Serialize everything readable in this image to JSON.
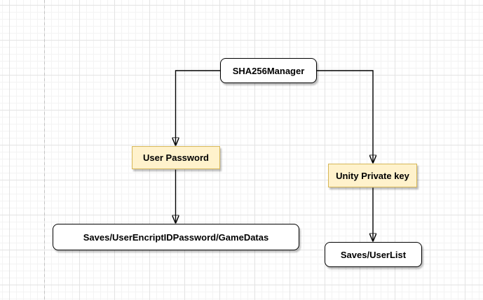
{
  "diagram": {
    "nodes": [
      {
        "id": "sha256manager",
        "label": "SHA256Manager",
        "fill": "#ffffff",
        "stroke": "#000000",
        "shape": "rounded-rectangle"
      },
      {
        "id": "user-password",
        "label": "User Password",
        "fill": "#fff2cc",
        "stroke": "#d6b656",
        "shape": "rectangle"
      },
      {
        "id": "unity-private-key",
        "label": "Unity Private key",
        "fill": "#fff2cc",
        "stroke": "#d6b656",
        "shape": "rectangle"
      },
      {
        "id": "saves-userencriptidpassword-gamedatas",
        "label": "Saves/UserEncriptIDPassword/GameDatas",
        "fill": "#ffffff",
        "stroke": "#000000",
        "shape": "rounded-rectangle"
      },
      {
        "id": "saves-userlist",
        "label": "Saves/UserList",
        "fill": "#ffffff",
        "stroke": "#000000",
        "shape": "rounded-rectangle"
      }
    ],
    "edges": [
      {
        "from": "SHA256Manager",
        "to": "User Password",
        "style": "orthogonal-arrow"
      },
      {
        "from": "SHA256Manager",
        "to": "Unity Private key",
        "style": "orthogonal-arrow"
      },
      {
        "from": "User Password",
        "to": "Saves/UserEncriptIDPassword/GameDatas",
        "style": "straight-arrow"
      },
      {
        "from": "Unity Private key",
        "to": "Saves/UserList",
        "style": "straight-arrow"
      }
    ],
    "colors": {
      "background": "#ffffff",
      "grid_minor": "#f3f3f3",
      "grid_major": "#e3e3e3",
      "page_boundary_dash": "#c3c3c3",
      "edge_stroke": "#000000",
      "yellow_node_fill": "#fff2cc",
      "yellow_node_stroke": "#d6b656",
      "white_node_fill": "#ffffff",
      "white_node_stroke": "#000000",
      "label_color": "#000000"
    }
  }
}
